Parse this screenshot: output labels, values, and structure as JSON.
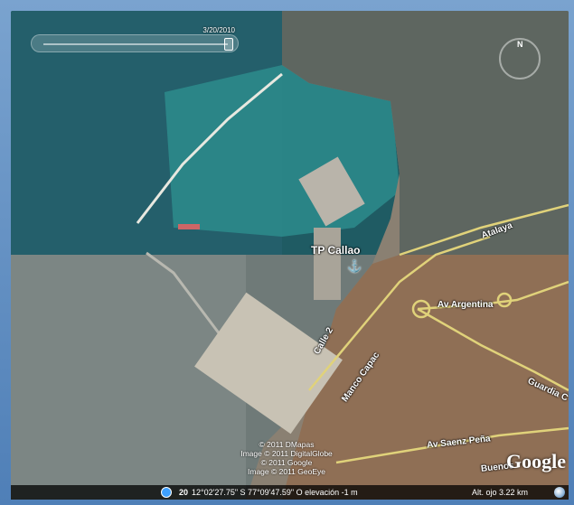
{
  "time_slider": {
    "date": "3/20/2010",
    "position": 1.0
  },
  "labels": {
    "port": "TP Callao",
    "atalaya": "Atalaya",
    "av_argentina": "Av Argentina",
    "calle2": "Calle 2",
    "manco_capac": "Manco Capac",
    "guardia": "Guardia C",
    "av_saenz_pena": "Av Saenz Peña",
    "buenos": "Buenos"
  },
  "attribution": [
    "© 2011 DMapas",
    "Image © 2011 DigitalGlobe",
    "© 2011 Google",
    "Image © 2011 GeoEye"
  ],
  "logo": "Google",
  "status_bar": {
    "date_prefix": "20",
    "coordinates": "12°02'27.75\" S  77°09'47.59\" O  elevación   -1 m",
    "eye_altitude": "Alt. ojo    3.22 km"
  },
  "icons": {
    "compass": "compass-icon",
    "anchor": "anchor-icon",
    "streaming": "streaming-progress-icon",
    "globe": "globe-icon"
  }
}
